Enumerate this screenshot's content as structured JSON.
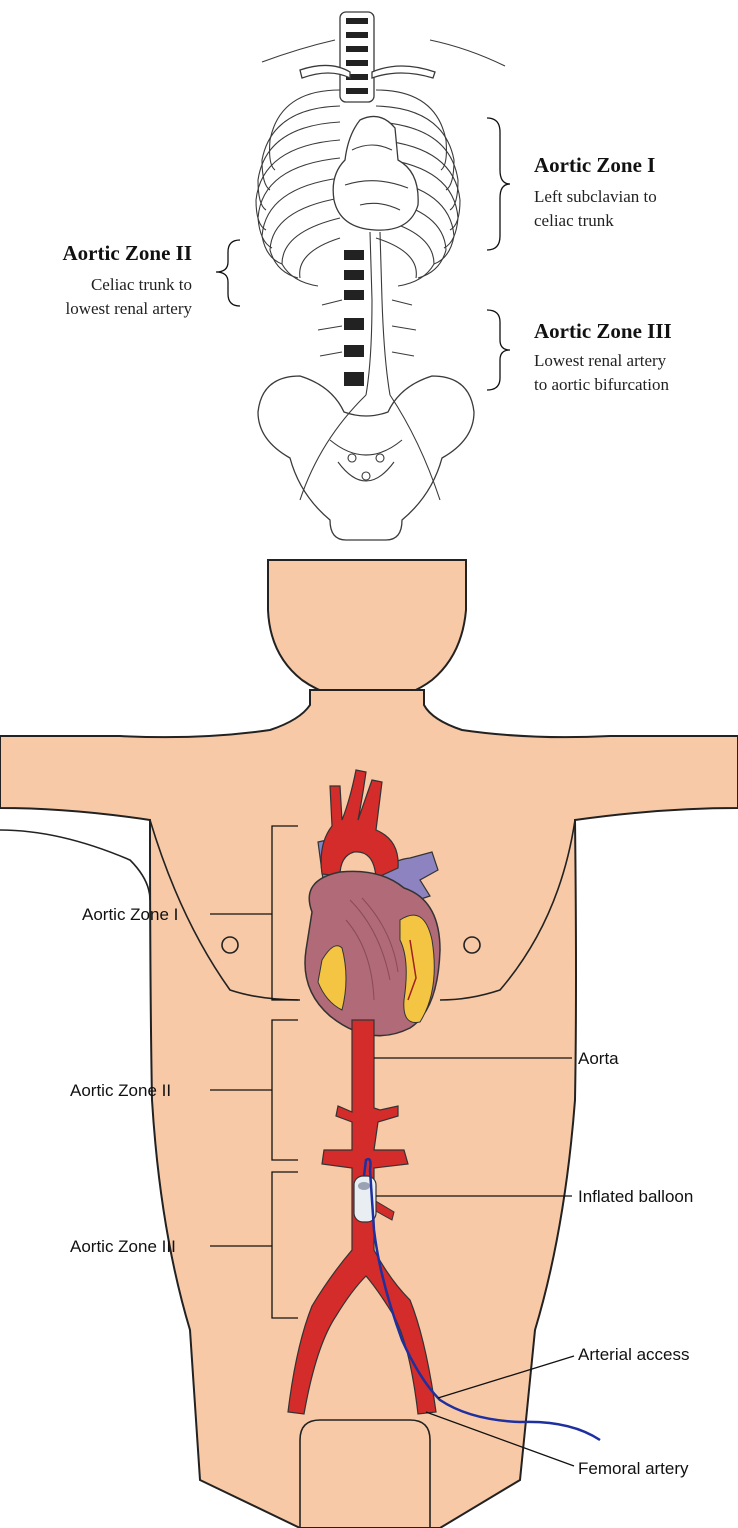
{
  "top_figure": {
    "zone1": {
      "title": "Aortic Zone I",
      "line1": "Left subclavian to",
      "line2": "celiac trunk"
    },
    "zone2": {
      "title": "Aortic Zone II",
      "line1": "Celiac trunk to",
      "line2": "lowest renal artery"
    },
    "zone3": {
      "title": "Aortic Zone III",
      "line1": "Lowest renal artery",
      "line2": "to aortic bifurcation"
    }
  },
  "bottom_figure": {
    "zone_labels": [
      "Aortic Zone I",
      "Aortic Zone II",
      "Aortic Zone III"
    ],
    "callouts": {
      "aorta": "Aorta",
      "balloon": "Inflated balloon",
      "arterial_access": "Arterial access",
      "femoral_artery": "Femoral artery"
    }
  },
  "colors": {
    "skin": "#f8c9a6",
    "artery": "#d42b2b",
    "vein": "#7e86c9",
    "heart_muscle": "#b06a78",
    "fat": "#f4c542",
    "catheter": "#1e2fa0"
  }
}
